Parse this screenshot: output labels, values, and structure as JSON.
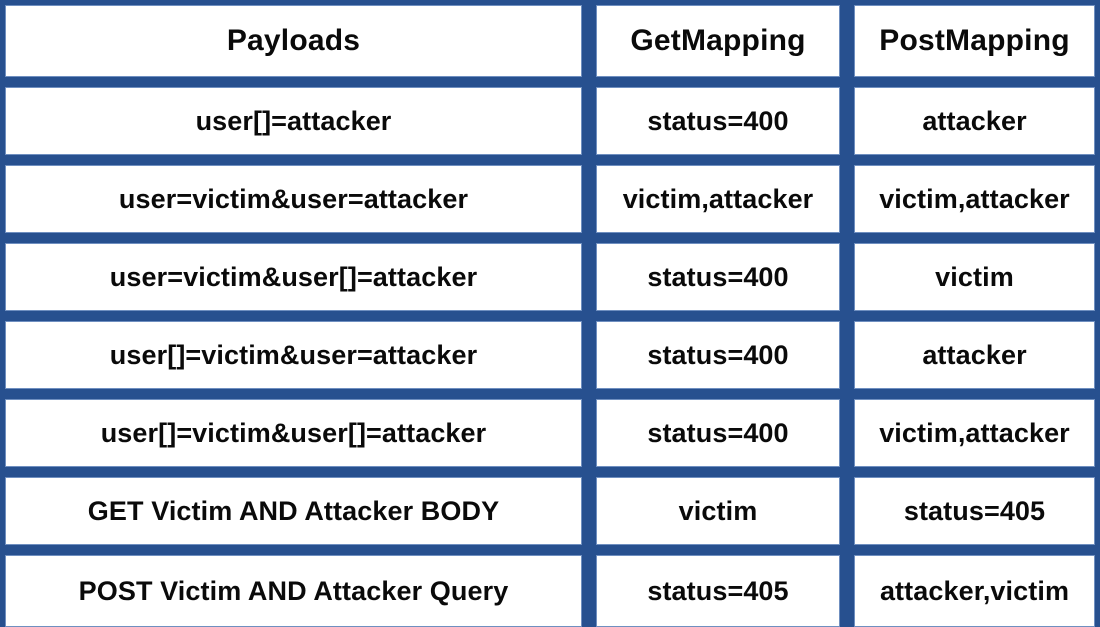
{
  "theme": {
    "border_color": "#27508F",
    "cell_background": "#FFFFFF",
    "cell_border": "#6F8FC0",
    "text_color": "#0A0A0A"
  },
  "table": {
    "columns": [
      {
        "key": "payloads",
        "label": "Payloads"
      },
      {
        "key": "getmapping",
        "label": "GetMapping"
      },
      {
        "key": "postmapping",
        "label": "PostMapping"
      }
    ],
    "rows": [
      {
        "payloads": "user[]=attacker",
        "getmapping": "status=400",
        "postmapping": "attacker"
      },
      {
        "payloads": "user=victim&user=attacker",
        "getmapping": "victim,attacker",
        "postmapping": "victim,attacker"
      },
      {
        "payloads": "user=victim&user[]=attacker",
        "getmapping": "status=400",
        "postmapping": "victim"
      },
      {
        "payloads": "user[]=victim&user=attacker",
        "getmapping": "status=400",
        "postmapping": "attacker"
      },
      {
        "payloads": "user[]=victim&user[]=attacker",
        "getmapping": "status=400",
        "postmapping": "victim,attacker"
      },
      {
        "payloads": "GET Victim AND Attacker BODY",
        "getmapping": "victim",
        "postmapping": "status=405"
      },
      {
        "payloads": "POST Victim AND Attacker Query",
        "getmapping": "status=405",
        "postmapping": "attacker,victim"
      }
    ]
  }
}
